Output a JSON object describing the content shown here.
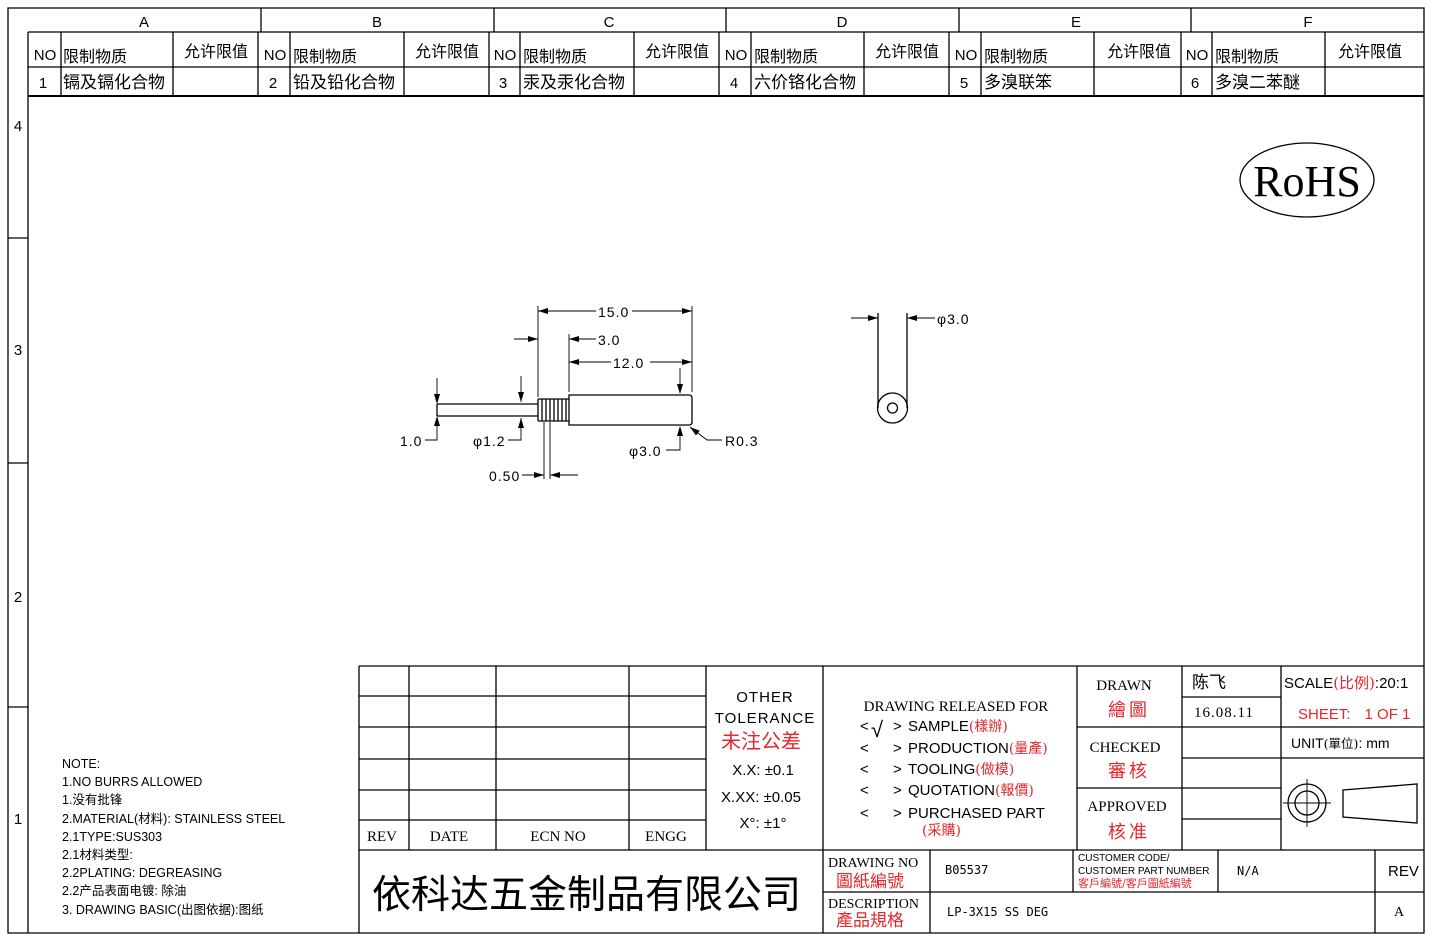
{
  "frame": {
    "column_labels": [
      "A",
      "B",
      "C",
      "D",
      "E",
      "F"
    ],
    "row_labels": [
      "4",
      "3",
      "2",
      "1"
    ]
  },
  "substances": {
    "headers": {
      "no": "NO",
      "name": "限制物质",
      "limit": "允许限值"
    },
    "items": [
      {
        "no": "1",
        "name": "镉及镉化合物"
      },
      {
        "no": "2",
        "name": "铅及铅化合物"
      },
      {
        "no": "3",
        "name": "汞及汞化合物"
      },
      {
        "no": "4",
        "name": "六价铬化合物"
      },
      {
        "no": "5",
        "name": "多溴联笨"
      },
      {
        "no": "6",
        "name": "多溴二苯醚"
      }
    ]
  },
  "rohs_mark": "RoHS",
  "front_view": {
    "overall_length": "15.0",
    "knurl_length": "3.0",
    "body_length": "12.0",
    "pin_diameter": "1.0",
    "neck_diameter": "φ1.2",
    "groove_width": "0.50",
    "body_diameter": "φ3.0",
    "end_radius": "R0.3"
  },
  "end_view": {
    "diameter": "φ3.0"
  },
  "notes": [
    "NOTE:",
    "1.NO BURRS ALLOWED",
    "1.没有批锋",
    "2.MATERIAL(材料): STAINLESS STEEL",
    "2.1TYPE:SUS303",
    "2.1材料类型:",
    "2.2PLATING: DEGREASING",
    "2.2产品表面电镀:  除油",
    "3. DRAWING BASIC(出图依据):图纸"
  ],
  "title_block": {
    "revision_table": {
      "headers": [
        "REV",
        "DATE",
        "ECN NO",
        "ENGG"
      ]
    },
    "tolerance": {
      "line1": "OTHER",
      "line2": "TOLERANCE",
      "cn": "未注公差",
      "x_x": "X.X: ±0.1",
      "x_xx": "X.XX: ±0.05",
      "angle": "X°: ±1°"
    },
    "release": {
      "title": "DRAWING RELEASED FOR",
      "open": "<",
      "close": ">",
      "options": [
        {
          "label": "SAMPLE",
          "cn": "(樣辦)",
          "checked_mark": "√"
        },
        {
          "label": "PRODUCTION",
          "cn": "(量產)"
        },
        {
          "label": "TOOLING",
          "cn": "(做模)"
        },
        {
          "label": "QUOTATION",
          "cn": "(報價)"
        },
        {
          "label": "PURCHASED PART",
          "cn": "(采購)"
        }
      ]
    },
    "drawn": {
      "label": "DRAWN",
      "cn": "繪圖",
      "name": "陈飞",
      "date": "16.08.11"
    },
    "checked": {
      "label": "CHECKED",
      "cn": "審核"
    },
    "approved": {
      "label": "APPROVED",
      "cn": "核准"
    },
    "scale": {
      "label": "SCALE",
      "cn": "(比例)",
      "value": ":20:1"
    },
    "sheet": {
      "label": "SHEET:",
      "value": "1 OF 1"
    },
    "unit": {
      "label": "UNIT",
      "cn": "(單位)",
      "value": ":  mm"
    },
    "projection_symbol": "projection-symbol-icon",
    "company": "依科达五金制品有限公司",
    "drawing_no": {
      "label": "DRAWING NO",
      "cn": "圖紙編號",
      "value": "B05537"
    },
    "customer": {
      "label_line1": "CUSTOMER CODE/",
      "label_line2": "CUSTOMER PART NUMBER",
      "cn": "客戶編號/客戶圖紙編號",
      "value": "N/A"
    },
    "rev": {
      "label": "REV",
      "value": "A"
    },
    "description": {
      "label": "DESCRIPTION",
      "cn": "產品規格",
      "value": "LP-3X15 SS DEG"
    }
  },
  "colors": {
    "ink": "#000000",
    "red": "#e5262c",
    "background": "#ffffff"
  }
}
